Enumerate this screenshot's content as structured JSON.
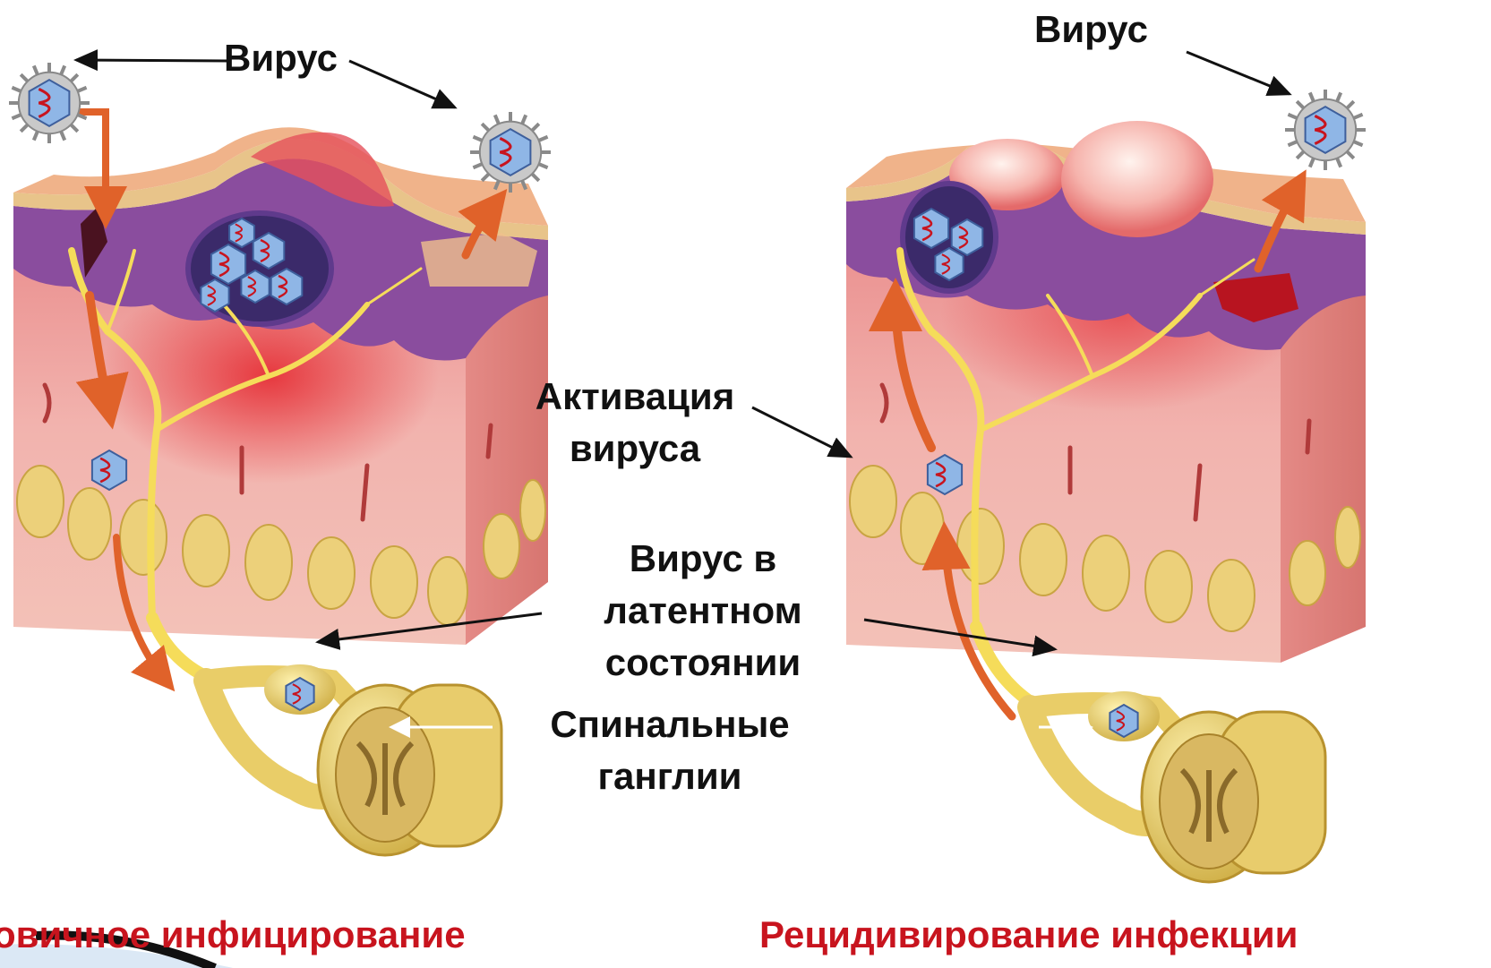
{
  "labels": {
    "virus_left": "Вирус",
    "virus_right": "Вирус",
    "activation_line1": "Активация",
    "activation_line2": "вируса",
    "latent_line1": "Вирус в",
    "latent_line2": "латентном",
    "latent_line3": "состоянии",
    "ganglia_line1": "Спинальные",
    "ganglia_line2": "ганглии"
  },
  "captions": {
    "left": "овичное инфицирование",
    "right": "Рецидивирование инфекции"
  },
  "colors": {
    "caption_red": "#c8141e",
    "skin_pink": "#f0a7a3",
    "epidermis_purple": "#8a4d9e",
    "nerve_yellow": "#f5dc5a",
    "arrow_orange": "#e0622a",
    "virus_blue": "#8fb6e6"
  }
}
